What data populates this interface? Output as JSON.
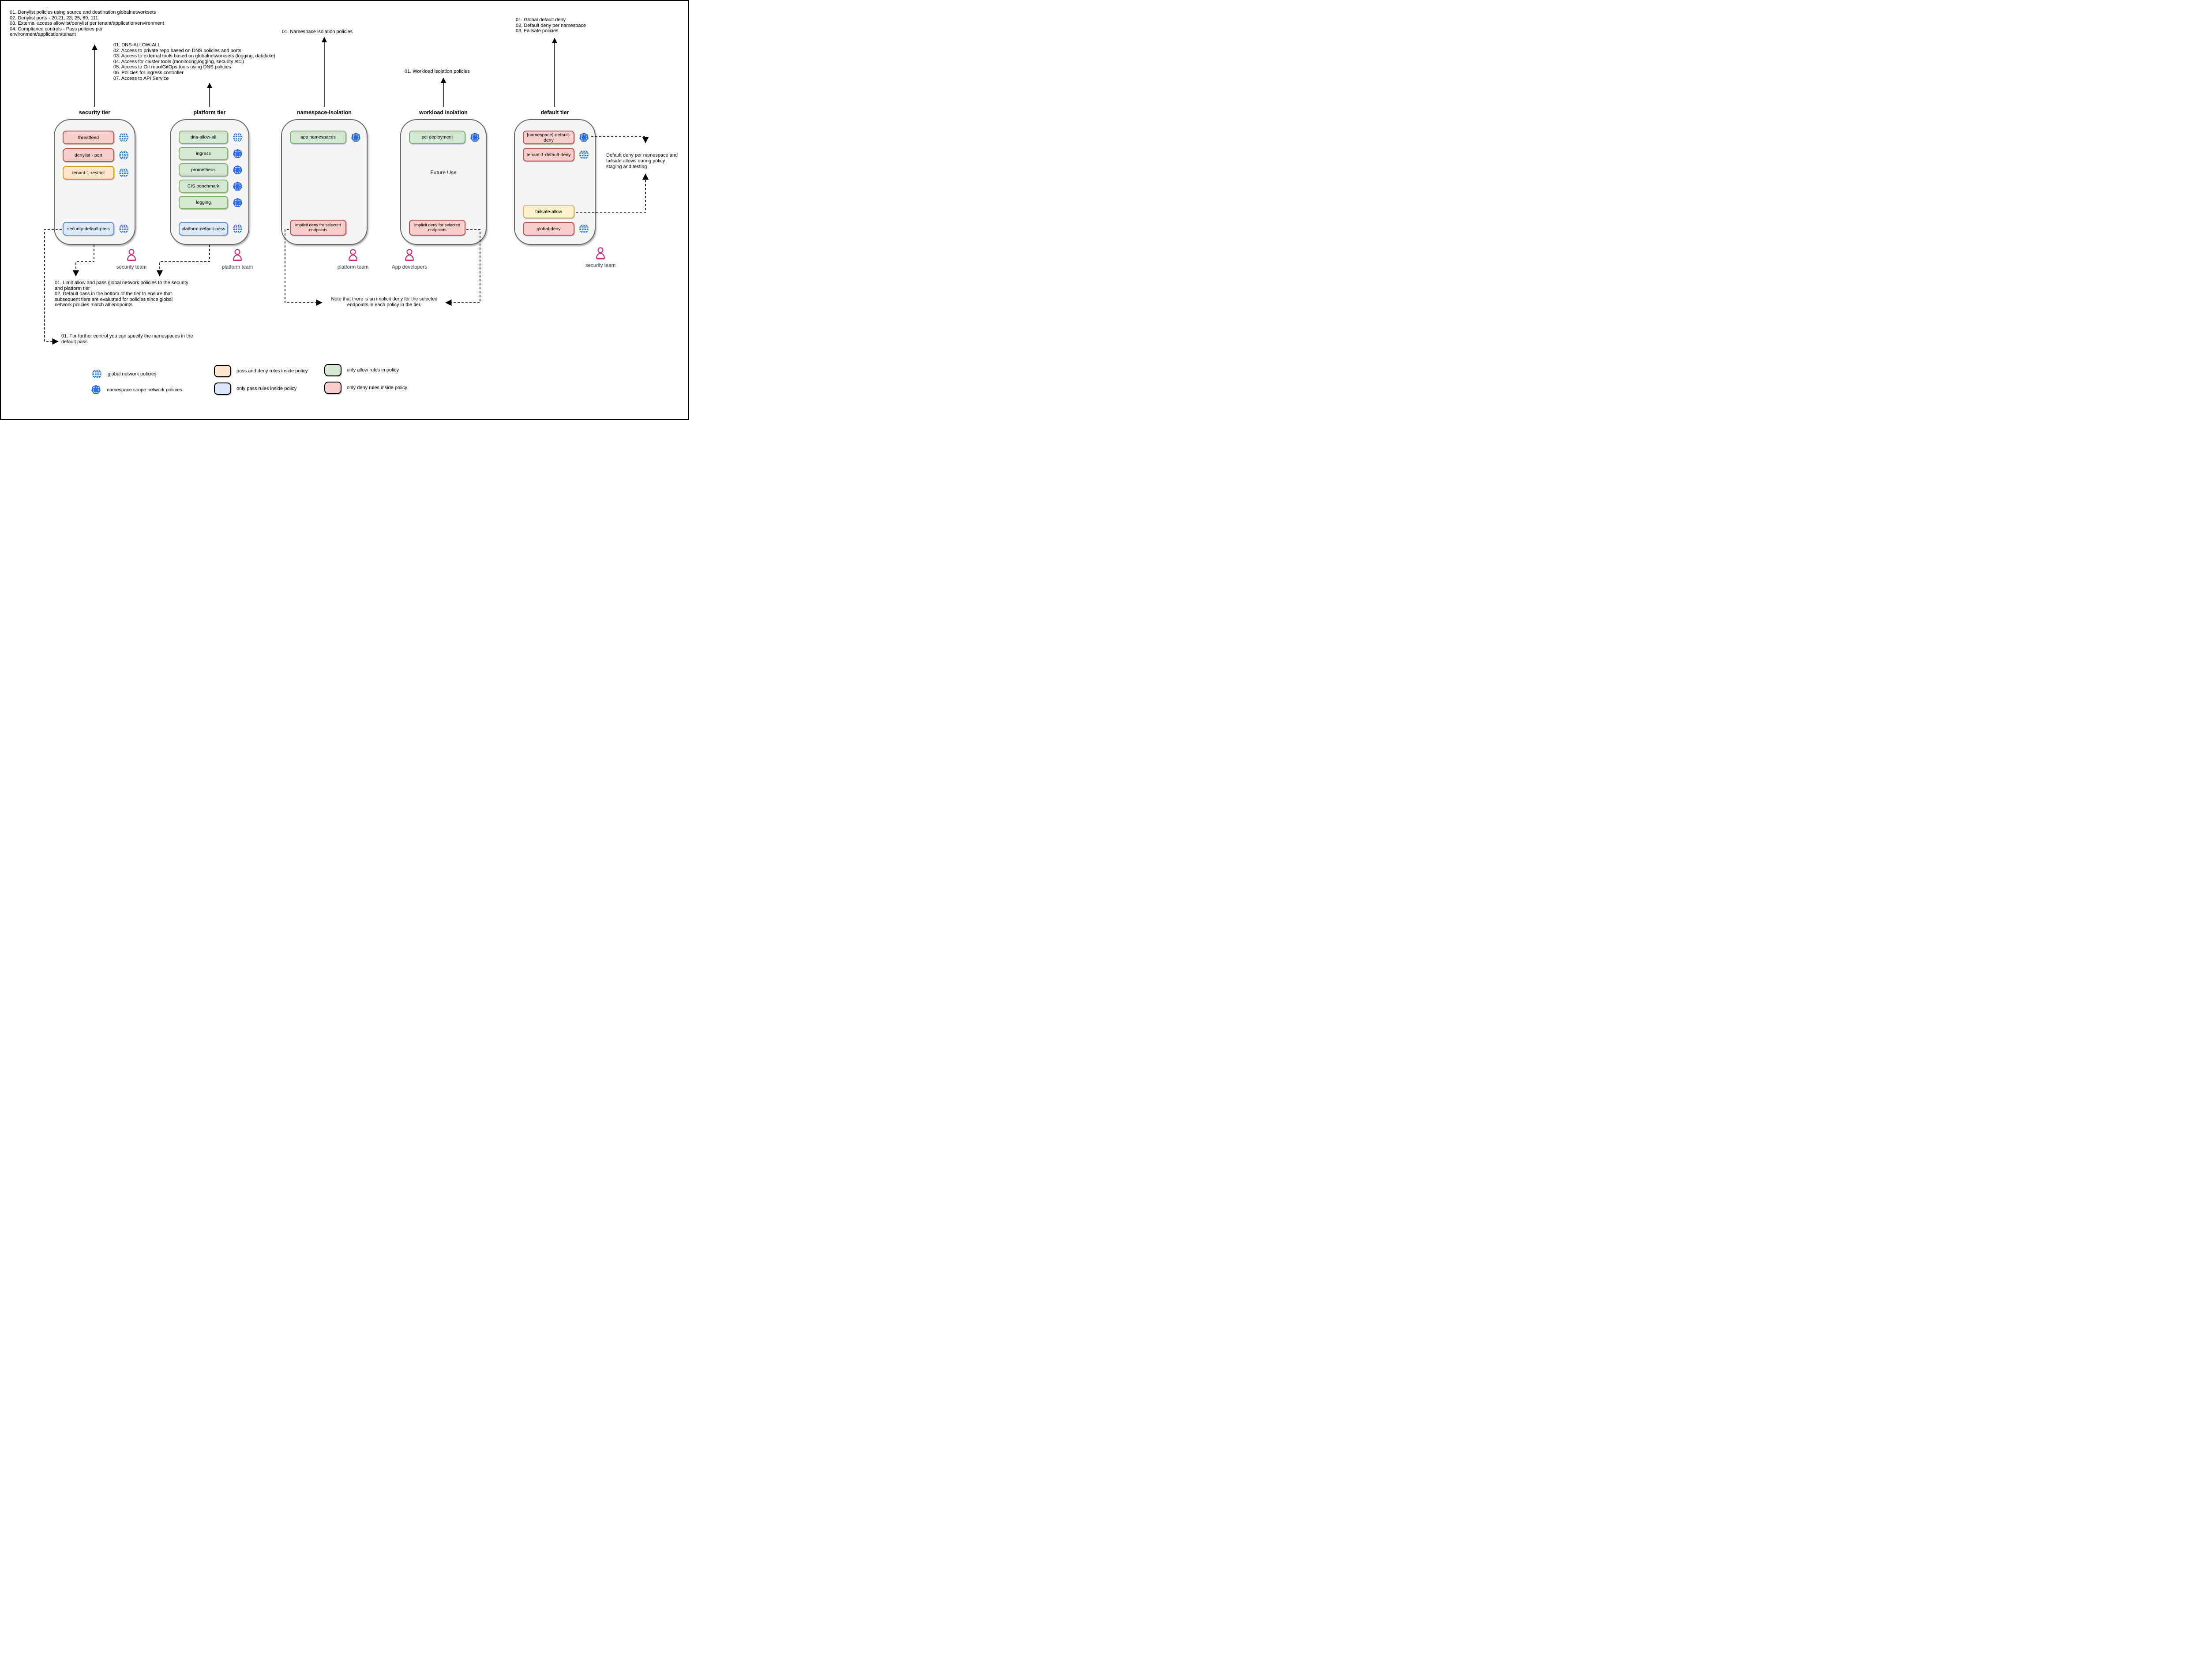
{
  "colors": {
    "deny_fill": "#f8cecc",
    "deny_border": "#b85450",
    "pass_and_deny_fill": "#ffe6cc",
    "pass_and_deny_border": "#d79b00",
    "allow_fill": "#d5e8d4",
    "allow_border": "#82b366",
    "pass_fill": "#dae8fc",
    "pass_border": "#6c8ebf",
    "failsafe_fill": "#fff2cc",
    "failsafe_border": "#d6b656",
    "tier_fill": "#f5f5f5",
    "tier_border": "#666666",
    "globe_icon": "#1a73e8",
    "namespace_icon": "#2b6de9",
    "person_icon": "#d6246e",
    "team_label": "#32475b"
  },
  "annotations": {
    "security_tier_notes": {
      "lines": [
        "01. Denylist policies using source and destination globalnetworksets",
        "02. Denylist ports - 20:21, 23, 25, 69, 111",
        "03. External access allowlist/denylist per tenant/application/environment",
        "04. Compliance controls - Pass policies per",
        "environment/application/tenant"
      ]
    },
    "platform_tier_notes": {
      "lines": [
        "01. DNS-ALLOW-ALL",
        "02. Access to private repo based on DNS policies and ports",
        "03. Access to external tools based on globalnetworksets (logging, datalake)",
        "04. Access for cluster tools (monitoring,logging, security etc.)",
        "05. Access to Git repo/GitOps tools using DNS policies",
        "06. Policies for ingress controller",
        "07. Access to API Service"
      ]
    },
    "namespace_isolation_note": "01. Namespace isolation policies",
    "workload_isolation_note": "01. Workload isolation policies",
    "default_tier_notes": {
      "lines": [
        "01. Global default deny",
        "02. Default deny per namespace",
        "03. Failsafe policies"
      ]
    },
    "limit_allow_note": {
      "lines": [
        "01. Limit allow and pass global network policies to the security",
        "and platform tier",
        "02. Default pass in the bottom of the tier to ensure that",
        "subsequent tiers are evaluated for policies since global",
        "network policies match all endpoints"
      ]
    },
    "further_control_note": {
      "lines": [
        "01. For further control you can specify the namespaces in the",
        "default pass"
      ]
    },
    "implicit_deny_note": {
      "lines": [
        "Note that there is an implicit deny for the selected",
        "endpoints in each policy in the tier."
      ]
    },
    "staging_note": {
      "lines": [
        "Default deny per namespace and",
        "failsafe allows during policy",
        "staging and testing"
      ]
    }
  },
  "tiers": {
    "security": {
      "title": "security tier",
      "items": [
        {
          "label": "threatfeed"
        },
        {
          "label": "denylist - port"
        },
        {
          "label": "tenant-1-restrict"
        },
        {
          "label": "security-default-pass"
        }
      ]
    },
    "platform": {
      "title": "platform tier",
      "items": [
        {
          "label": "dns-allow-all"
        },
        {
          "label": "ingress"
        },
        {
          "label": "prometheus"
        },
        {
          "label": "CIS benchmark"
        },
        {
          "label": "logging"
        },
        {
          "label": "platform-default-pass"
        }
      ]
    },
    "namespace_isolation": {
      "title": "namespace-isolation",
      "items": [
        {
          "label": "app namespaces"
        },
        {
          "label": "implicit deny for selected endpoints"
        }
      ]
    },
    "workload_isolation": {
      "title": "workload isolation",
      "center_text": "Future Use",
      "items": [
        {
          "label": "pci deployment"
        },
        {
          "label": "implicit deny for selected endpoints"
        }
      ]
    },
    "default": {
      "title": "default tier",
      "items": [
        {
          "label": "[namespace]-default-deny"
        },
        {
          "label": "tenant-1-default-deny"
        },
        {
          "label": "failsafe-allow"
        },
        {
          "label": "global-deny"
        }
      ]
    }
  },
  "teams": [
    {
      "label": "security team"
    },
    {
      "label": "platform team"
    },
    {
      "label": "platform team"
    },
    {
      "label": "App developers"
    },
    {
      "label": "security team"
    }
  ],
  "legend": {
    "icons": [
      {
        "name": "global network policies"
      },
      {
        "name": "namespace scope network policies"
      }
    ],
    "boxes": [
      {
        "label": "pass and deny rules inside policy"
      },
      {
        "label": "only pass rules inside policy"
      },
      {
        "label": "only allow rules in policy"
      },
      {
        "label": "only deny rules inside policy"
      }
    ]
  }
}
